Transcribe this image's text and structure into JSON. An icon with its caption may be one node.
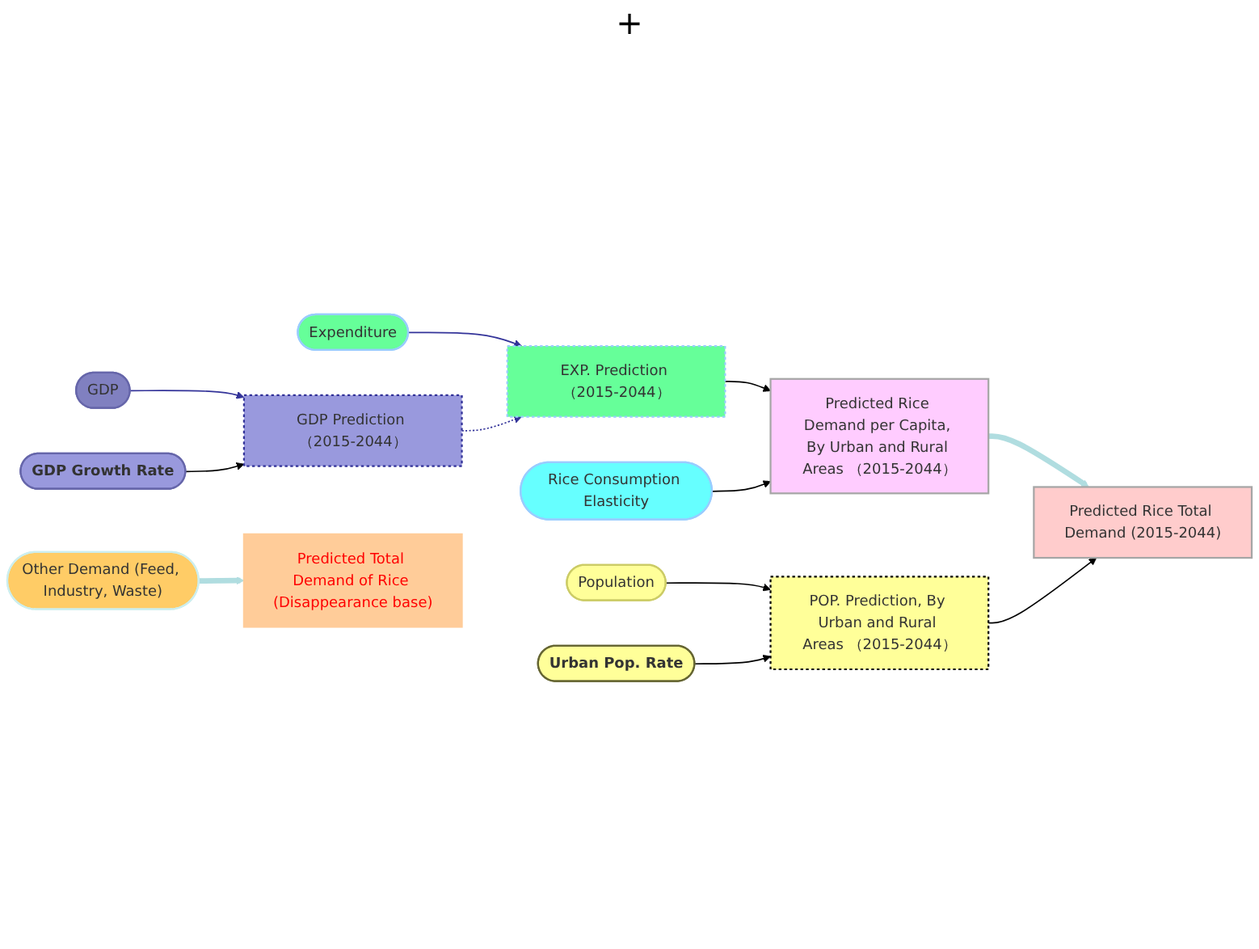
{
  "diagram": {
    "nodes": [
      {
        "text": [
          "Rice Consumption Elasticity"
        ]
      },
      {
        "text": [
          "Expenditure"
        ]
      },
      {
        "text": [
          "EXP. Prediction （2015-2044）"
        ]
      },
      {
        "text": [
          "Predicted Rice Demand per Capita, By Urban and Rural Areas （2015-2044）"
        ]
      },
      {
        "text": [
          "GDP"
        ]
      },
      {
        "text": [
          "GDP Prediction （2015-2044）"
        ]
      },
      {
        "text": [
          "GDP Growth Rate"
        ]
      },
      {
        "text": [
          "Predicted Rice Total Demand (2015-2044)"
        ]
      },
      {
        "text": [
          "Population"
        ]
      },
      {
        "text": [
          "POP. Prediction, By Urban and Rural Areas （2015-2044）"
        ]
      },
      {
        "text": [
          "Other Demand (Feed, Industry, Waste)"
        ]
      },
      {
        "text": [
          "Urban Pop. Rate"
        ]
      },
      {
        "text": [
          "Predicted Total Demand of Rice (Disappearance base)"
        ]
      }
    ],
    "edges": [
      {
        "from": 1,
        "to": 2,
        "arrow": "to",
        "color": "#333399"
      },
      {
        "from": 4,
        "to": 5,
        "arrow": "to",
        "color": "#333399"
      },
      {
        "from": 5,
        "to": 2,
        "arrow": "to",
        "style": "dashed",
        "color": "#333399"
      },
      {
        "from": 6,
        "to": 5,
        "arrow": "to"
      },
      {
        "from": 2,
        "to": 3,
        "arrow": "to"
      },
      {
        "from": 0,
        "to": 3,
        "arrow": "to"
      },
      {
        "from": 3,
        "to": 7,
        "arrow": "to",
        "style": "thick",
        "color": "#b0dde0"
      },
      {
        "from": 9,
        "to": 7,
        "arrow": "to"
      },
      {
        "from": 8,
        "to": 9,
        "arrow": "to"
      },
      {
        "from": 11,
        "to": 9,
        "arrow": "to"
      },
      {
        "from": 10,
        "to": 12,
        "arrow": "to",
        "style": "thick",
        "color": "#b0dde0"
      }
    ],
    "labels": [
      "+"
    ]
  }
}
